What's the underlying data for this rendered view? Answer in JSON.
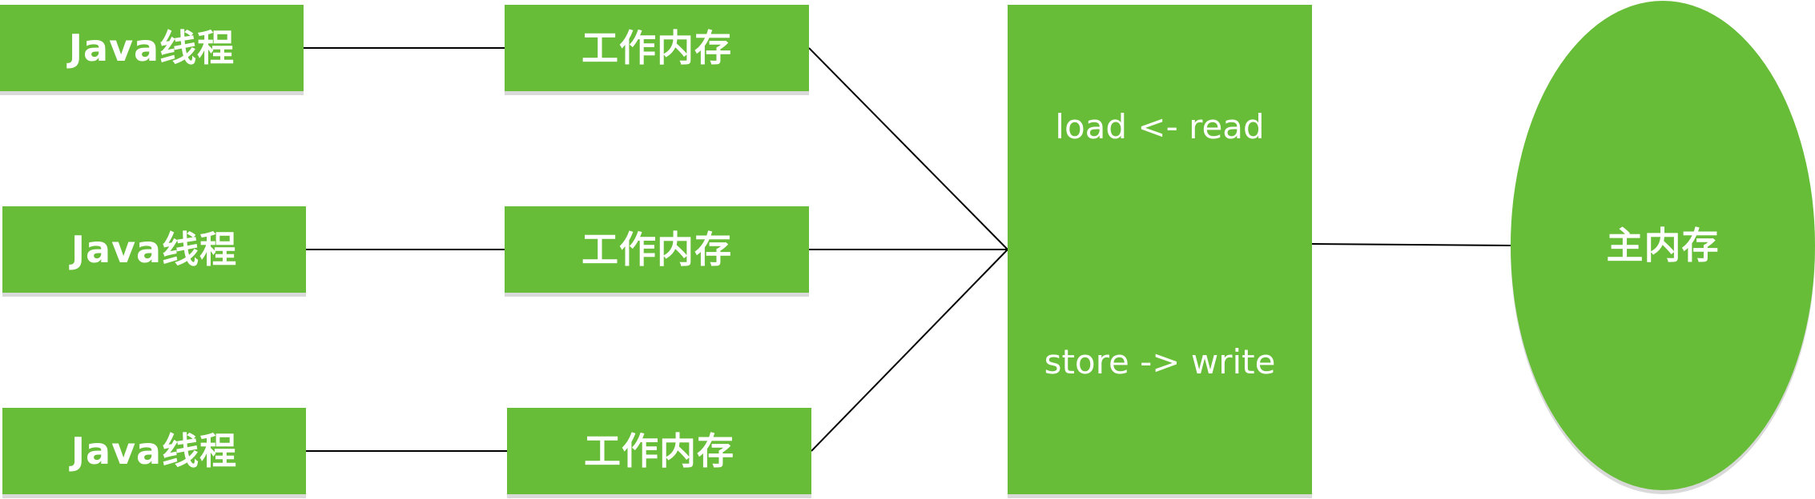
{
  "diagram": {
    "threads": [
      {
        "label": "Java线程"
      },
      {
        "label": "Java线程"
      },
      {
        "label": "Java线程"
      }
    ],
    "work_memories": [
      {
        "label": "工作内存"
      },
      {
        "label": "工作内存"
      },
      {
        "label": "工作内存"
      }
    ],
    "hub": {
      "top_label": "load <- read",
      "bottom_label": "store -> write"
    },
    "main_memory": {
      "label": "主内存"
    }
  },
  "colors": {
    "node_fill": "#67bd37",
    "text": "#ffffff",
    "connector": "#000000",
    "shadow": "#d9d9d9"
  }
}
